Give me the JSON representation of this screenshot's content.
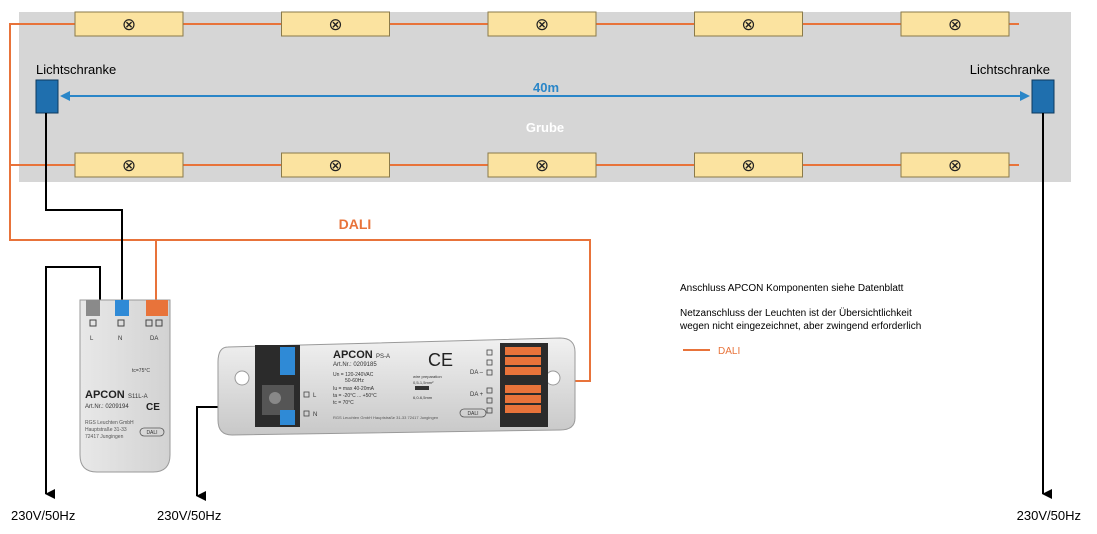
{
  "diagram": {
    "distance_label": "40m",
    "pit_label": "Grube",
    "sensor_left_label": "Lichtschranke",
    "sensor_right_label": "Lichtschranke",
    "bus_label": "DALI",
    "power_left": "230V/50Hz",
    "power_mid": "230V/50Hz",
    "power_right": "230V/50Hz",
    "note_1": "Anschluss APCON Komponenten siehe Datenblatt",
    "note_2_line1": "Netzanschluss der Leuchten ist der Übersichtlichkeit",
    "note_2_line2": "wegen nicht eingezeichnet, aber zwingend erforderlich",
    "legend_label": "DALI",
    "lamp_rows": 2,
    "lamps_per_row": 5,
    "lamp_symbol": "⊗"
  },
  "device_small": {
    "brand": "APCON",
    "model": "S11L-A",
    "art_nr": "Art.Nr.: 0209194",
    "address_1": "RGS Leuchten GmbH",
    "address_2": "Hauptstraße 31-33",
    "address_3": "72417 Jungingen",
    "term_1": "L",
    "term_2": "N",
    "term_3": "DA",
    "temp": "tc=75°C",
    "dali_tag": "DALI"
  },
  "device_large": {
    "brand": "APCON",
    "model": "PS-A",
    "art_nr": "Art.Nr.: 0209185",
    "spec_1": "Un = 120-240VAC",
    "spec_2": "50-60Hz",
    "spec_3": "Iu = max 40-20mA",
    "spec_4": "ta = -20°C ... +50°C",
    "spec_5": "tc = 70°C",
    "wire_1": "wire preparation",
    "wire_2": "0,5-1,5mm²",
    "wire_3": "6,0-6,5mm",
    "term_da1": "DA –",
    "term_da2": "DA +",
    "term_l": "L",
    "term_n": "N",
    "footer": "RGS Leuchten GmbH Hauptstraße 31-33 72417 Jungingen",
    "dali_tag": "DALI",
    "ce": "CE"
  },
  "colors": {
    "pit": "#d6d6d6",
    "lamp_fill": "#fbe3a0",
    "lamp_stroke": "#8a7a4a",
    "dali_wire": "#e8733a",
    "distance_arrow": "#2a86c8",
    "sensor": "#1f6fae",
    "wire": "#000000"
  }
}
